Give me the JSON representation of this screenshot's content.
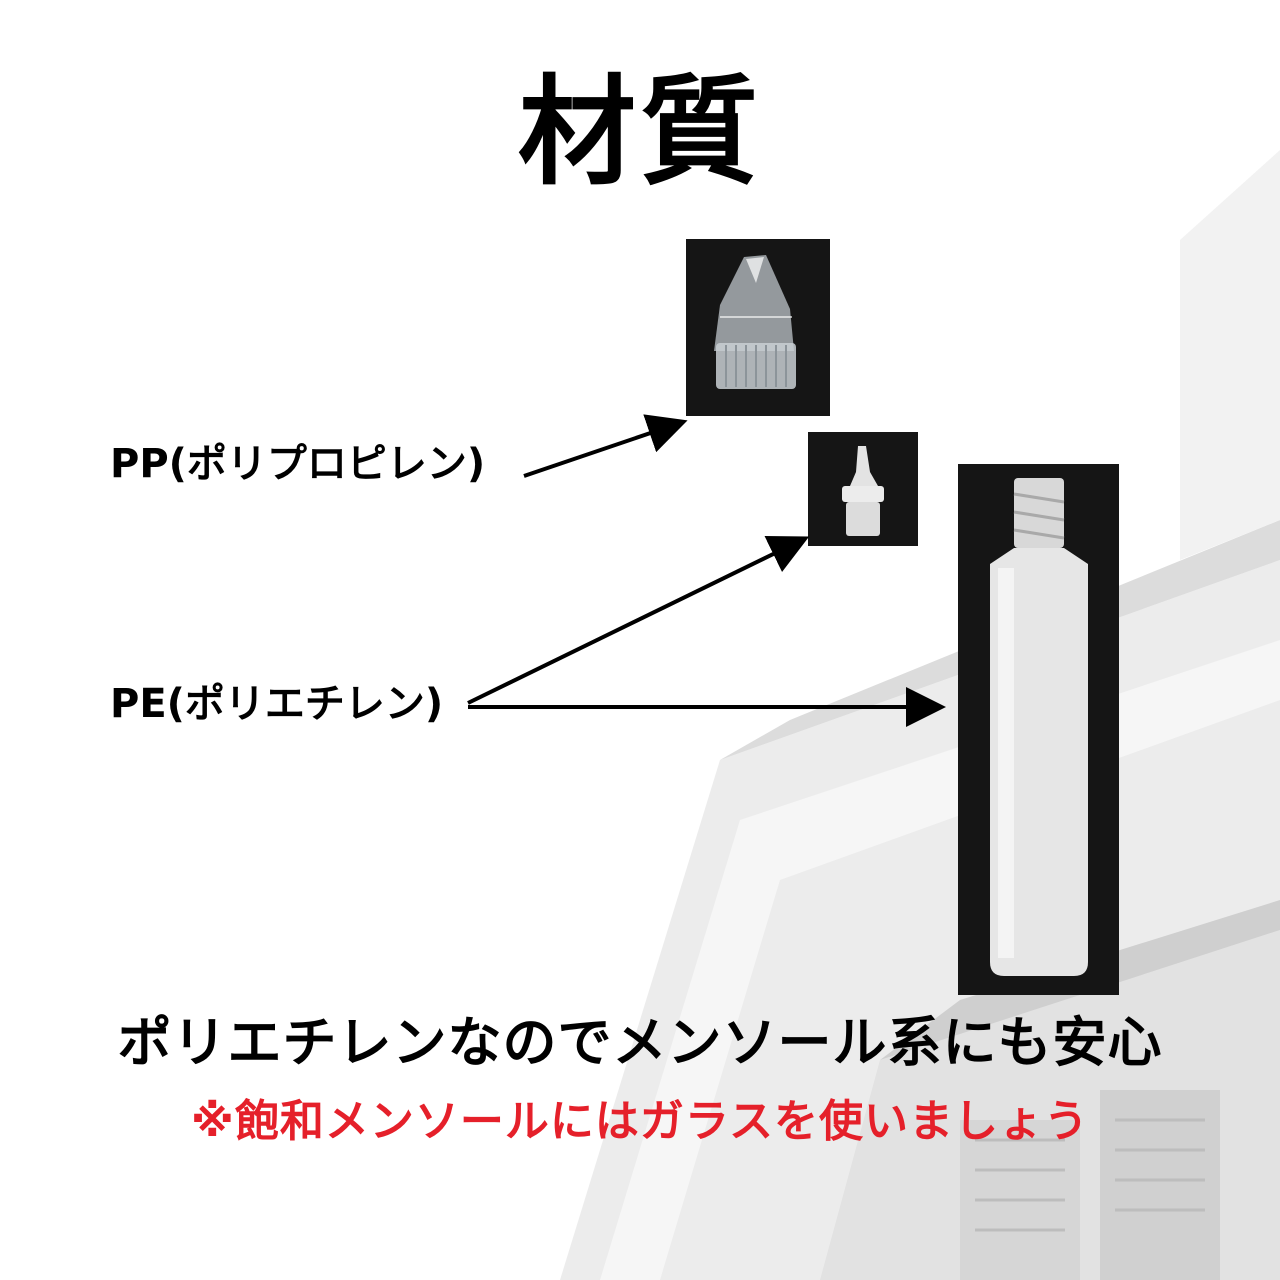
{
  "title": "材質",
  "labels": {
    "pp": "PP(ポリプロピレン)",
    "pe": "PE(ポリエチレン)"
  },
  "photos": {
    "pp_cap": "clear-nozzle-cap-photo",
    "pe_tip": "dropper-tip-photo",
    "pe_bottle": "bottle-photo"
  },
  "caption": {
    "main": "ポリエチレンなのでメンソール系にも安心",
    "note": "※飽和メンソールにはガラスを使いましょう"
  },
  "colors": {
    "text": "#000000",
    "note": "#e5202a",
    "photo_bg": "#151515"
  }
}
